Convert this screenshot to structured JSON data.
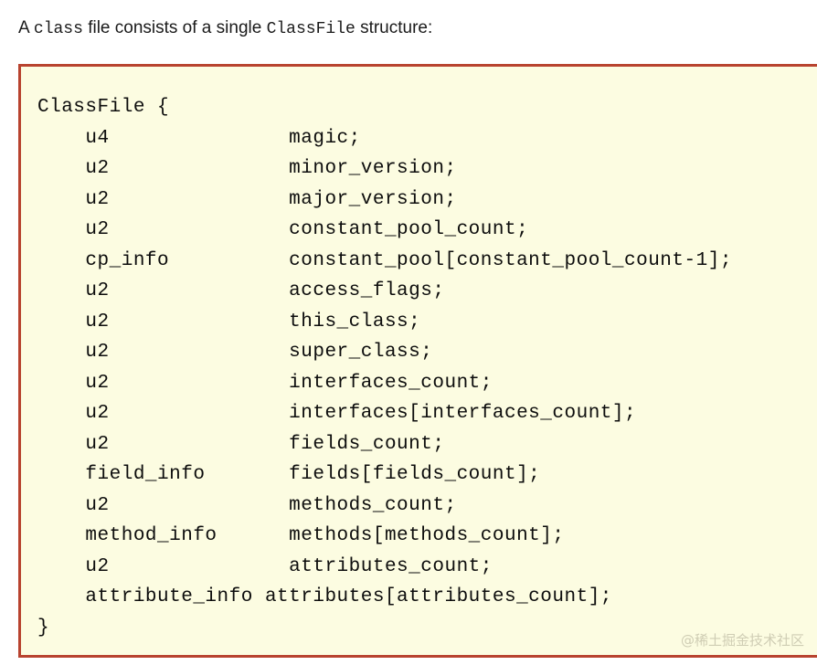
{
  "page": {
    "background_color": "#ffffff"
  },
  "intro": {
    "part_1": "A ",
    "code_1": "class",
    "part_2": " file consists of a single ",
    "code_2": "ClassFile",
    "part_3": " structure:"
  },
  "code_block": {
    "background_color": "#fcfce1",
    "border_color": "#b8432f",
    "language": "java-class-file-structure",
    "text": "ClassFile {\n    u4               magic;\n    u2               minor_version;\n    u2               major_version;\n    u2               constant_pool_count;\n    cp_info          constant_pool[constant_pool_count-1];\n    u2               access_flags;\n    u2               this_class;\n    u2               super_class;\n    u2               interfaces_count;\n    u2               interfaces[interfaces_count];\n    u2               fields_count;\n    field_info       fields[fields_count];\n    u2               methods_count;\n    method_info      methods[methods_count];\n    u2               attributes_count;\n    attribute_info attributes[attributes_count];\n}",
    "lines": [
      {
        "type": "",
        "name": "ClassFile {"
      },
      {
        "type": "u4",
        "name": "magic;"
      },
      {
        "type": "u2",
        "name": "minor_version;"
      },
      {
        "type": "u2",
        "name": "major_version;"
      },
      {
        "type": "u2",
        "name": "constant_pool_count;"
      },
      {
        "type": "cp_info",
        "name": "constant_pool[constant_pool_count-1];"
      },
      {
        "type": "u2",
        "name": "access_flags;"
      },
      {
        "type": "u2",
        "name": "this_class;"
      },
      {
        "type": "u2",
        "name": "super_class;"
      },
      {
        "type": "u2",
        "name": "interfaces_count;"
      },
      {
        "type": "u2",
        "name": "interfaces[interfaces_count];"
      },
      {
        "type": "u2",
        "name": "fields_count;"
      },
      {
        "type": "field_info",
        "name": "fields[fields_count];"
      },
      {
        "type": "u2",
        "name": "methods_count;"
      },
      {
        "type": "method_info",
        "name": "methods[methods_count];"
      },
      {
        "type": "u2",
        "name": "attributes_count;"
      },
      {
        "type": "attribute_info",
        "name": "attributes[attributes_count];"
      },
      {
        "type": "",
        "name": "}"
      }
    ]
  },
  "watermark": {
    "text": "@稀土掘金技术社区",
    "color": "#cfcdb4"
  }
}
